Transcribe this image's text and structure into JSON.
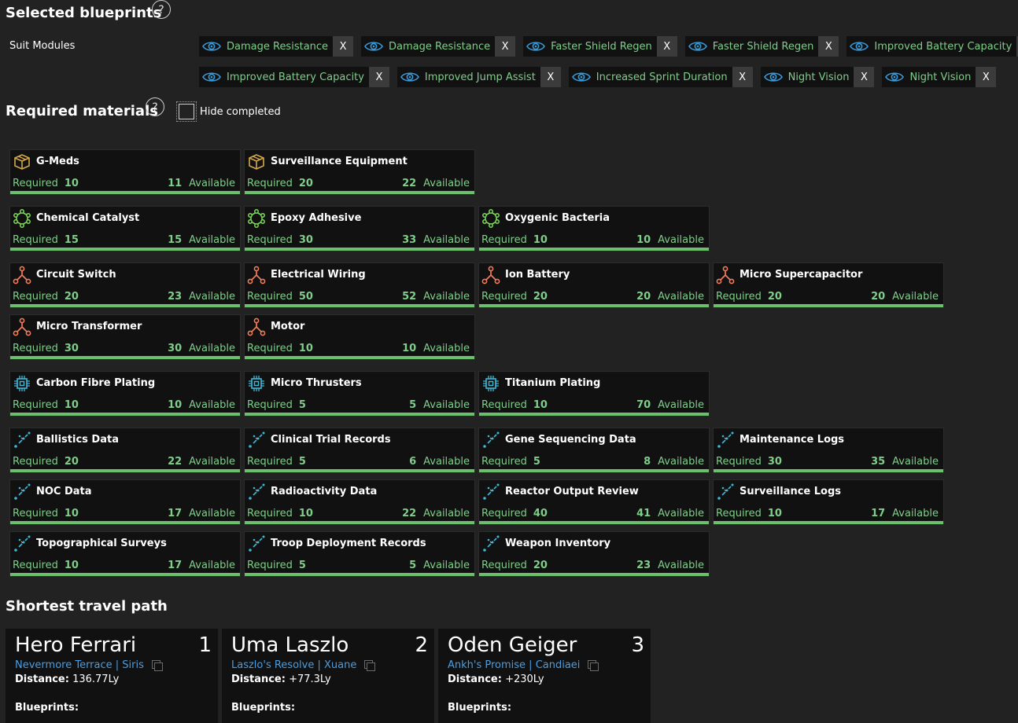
{
  "selected": {
    "title": "Selected blueprints",
    "help": "?",
    "category_label": "Suit Modules",
    "remove_label": "X",
    "chips_row1": [
      "Damage Resistance",
      "Damage Resistance",
      "Faster Shield Regen",
      "Faster Shield Regen",
      "Improved Battery Capacity"
    ],
    "chips_row2": [
      "Improved Battery Capacity",
      "Improved Jump Assist",
      "Increased Sprint Duration",
      "Night Vision",
      "Night Vision"
    ]
  },
  "materials": {
    "title": "Required materials",
    "help": "?",
    "hide_completed": "Hide completed",
    "required_label": "Required",
    "available_label": "Available",
    "colors": {
      "goods": "#d4a84a",
      "chemical": "#7ed957",
      "circuit": "#f07c5c",
      "tech": "#3fb8d8",
      "data": "#3fb8d8",
      "bar": "#6cc06d",
      "text": "#7fce8a"
    },
    "items": [
      {
        "name": "G-Meds",
        "icon": "box-icon",
        "type": "goods",
        "required": "10",
        "available": "11"
      },
      {
        "name": "Surveillance Equipment",
        "icon": "box-icon",
        "type": "goods",
        "required": "20",
        "available": "22"
      },
      {
        "name": "Chemical Catalyst",
        "icon": "molecule-icon",
        "type": "chemical",
        "required": "15",
        "available": "15"
      },
      {
        "name": "Epoxy Adhesive",
        "icon": "molecule-icon",
        "type": "chemical",
        "required": "30",
        "available": "33"
      },
      {
        "name": "Oxygenic Bacteria",
        "icon": "molecule-icon",
        "type": "chemical",
        "required": "10",
        "available": "10"
      },
      {
        "name": "Circuit Switch",
        "icon": "circuit-icon",
        "type": "circuit",
        "required": "20",
        "available": "23"
      },
      {
        "name": "Electrical Wiring",
        "icon": "circuit-icon",
        "type": "circuit",
        "required": "50",
        "available": "52"
      },
      {
        "name": "Ion Battery",
        "icon": "circuit-icon",
        "type": "circuit",
        "required": "20",
        "available": "20"
      },
      {
        "name": "Micro Supercapacitor",
        "icon": "circuit-icon",
        "type": "circuit",
        "required": "20",
        "available": "20"
      },
      {
        "name": "Micro Transformer",
        "icon": "circuit-icon",
        "type": "circuit",
        "required": "30",
        "available": "30"
      },
      {
        "name": "Motor",
        "icon": "circuit-icon",
        "type": "circuit",
        "required": "10",
        "available": "10"
      },
      {
        "name": "Carbon Fibre Plating",
        "icon": "chip-icon",
        "type": "tech",
        "required": "10",
        "available": "10"
      },
      {
        "name": "Micro Thrusters",
        "icon": "chip-icon",
        "type": "tech",
        "required": "5",
        "available": "5"
      },
      {
        "name": "Titanium Plating",
        "icon": "chip-icon",
        "type": "tech",
        "required": "10",
        "available": "70"
      },
      {
        "name": "Ballistics Data",
        "icon": "data-icon",
        "type": "data",
        "required": "20",
        "available": "22"
      },
      {
        "name": "Clinical Trial Records",
        "icon": "data-icon",
        "type": "data",
        "required": "5",
        "available": "6"
      },
      {
        "name": "Gene Sequencing Data",
        "icon": "data-icon",
        "type": "data",
        "required": "5",
        "available": "8"
      },
      {
        "name": "Maintenance Logs",
        "icon": "data-icon",
        "type": "data",
        "required": "30",
        "available": "35"
      },
      {
        "name": "NOC Data",
        "icon": "data-icon",
        "type": "data",
        "required": "10",
        "available": "17"
      },
      {
        "name": "Radioactivity Data",
        "icon": "data-icon",
        "type": "data",
        "required": "10",
        "available": "22"
      },
      {
        "name": "Reactor Output Review",
        "icon": "data-icon",
        "type": "data",
        "required": "40",
        "available": "41"
      },
      {
        "name": "Surveillance Logs",
        "icon": "data-icon",
        "type": "data",
        "required": "10",
        "available": "17"
      },
      {
        "name": "Topographical Surveys",
        "icon": "data-icon",
        "type": "data",
        "required": "10",
        "available": "17"
      },
      {
        "name": "Troop Deployment Records",
        "icon": "data-icon",
        "type": "data",
        "required": "5",
        "available": "5"
      },
      {
        "name": "Weapon Inventory",
        "icon": "data-icon",
        "type": "data",
        "required": "20",
        "available": "23"
      }
    ]
  },
  "path": {
    "title": "Shortest travel path",
    "distance_label": "Distance:",
    "blueprints_label": "Blueprints:",
    "stops": [
      {
        "name": "Hero Ferrari",
        "num": "1",
        "location": "Nevermore Terrace | Siris",
        "distance": "136.77Ly"
      },
      {
        "name": "Uma Laszlo",
        "num": "2",
        "location": "Laszlo's Resolve | Xuane",
        "distance": "+77.3Ly"
      },
      {
        "name": "Oden Geiger",
        "num": "3",
        "location": "Ankh's Promise | Candiaei",
        "distance": "+230Ly"
      }
    ]
  }
}
